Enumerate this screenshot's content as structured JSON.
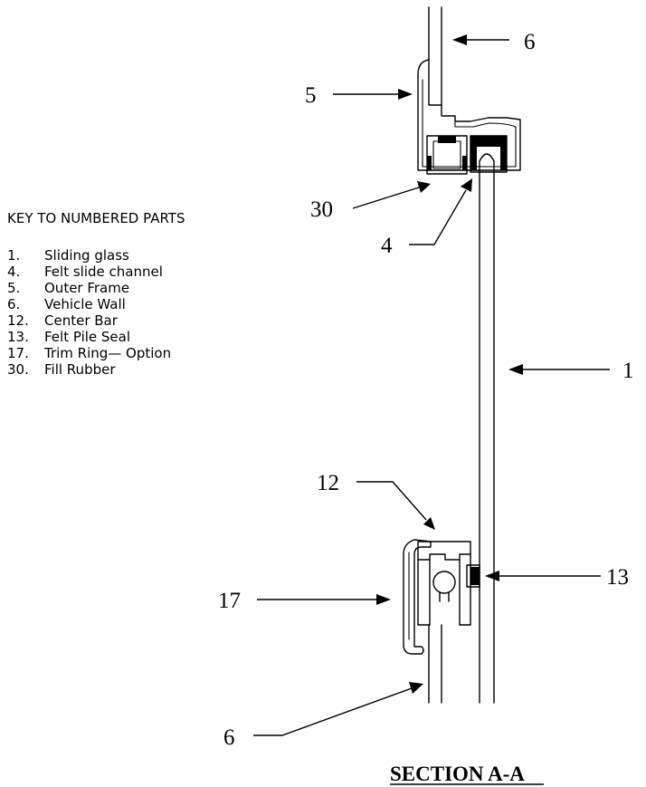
{
  "key": {
    "title": "KEY TO NUMBERED PARTS",
    "items": [
      {
        "num": "1.",
        "label": "Sliding glass"
      },
      {
        "num": "4.",
        "label": "Felt slide channel"
      },
      {
        "num": "5.",
        "label": "Outer Frame"
      },
      {
        "num": "6.",
        "label": "Vehicle Wall"
      },
      {
        "num": "12.",
        "label": "Center Bar"
      },
      {
        "num": "13.",
        "label": "Felt Pile Seal"
      },
      {
        "num": "17.",
        "label": "Trim Ring— Option"
      },
      {
        "num": "30.",
        "label": "Fill Rubber"
      }
    ]
  },
  "callouts": {
    "wall_top": "6",
    "outer_frame": "5",
    "fill_rubber": "30",
    "felt_channel": "4",
    "sliding_glass": "1",
    "center_bar": "12",
    "felt_seal": "13",
    "trim_ring": "17",
    "wall_bottom": "6"
  },
  "section_title": "SECTION A-A"
}
